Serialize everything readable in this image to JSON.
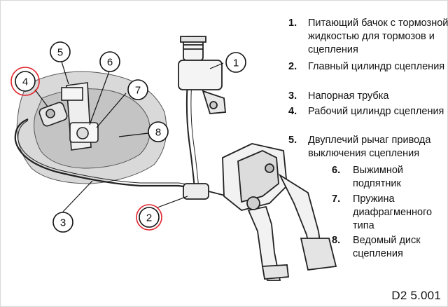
{
  "legend": {
    "items": [
      {
        "num": "1.",
        "text": "Питающий бачок с тормозной жидкостью для тормозов и сцепления"
      },
      {
        "num": "2.",
        "text": "Главный цилиндр сцепления"
      },
      {
        "num": "3.",
        "text": "Напорная трубка"
      },
      {
        "num": "4.",
        "text": "Рабочий цилиндр сцепления"
      },
      {
        "num": "5.",
        "text": "Двуплечий рычаг привода выключения сцепления"
      },
      {
        "num": "6.",
        "text": "Выжимной подпятник"
      },
      {
        "num": "7.",
        "text": "Пружина диафрагменного типа"
      },
      {
        "num": "8.",
        "text": "Ведомый диск сцепления"
      }
    ]
  },
  "callouts": [
    "1",
    "2",
    "3",
    "4",
    "5",
    "6",
    "7",
    "8"
  ],
  "highlighted_callouts": [
    "2",
    "4"
  ],
  "figure_code": "D2 5.001",
  "colors": {
    "highlight": "#e0242b",
    "ink": "#111111",
    "background": "#ffffff"
  }
}
